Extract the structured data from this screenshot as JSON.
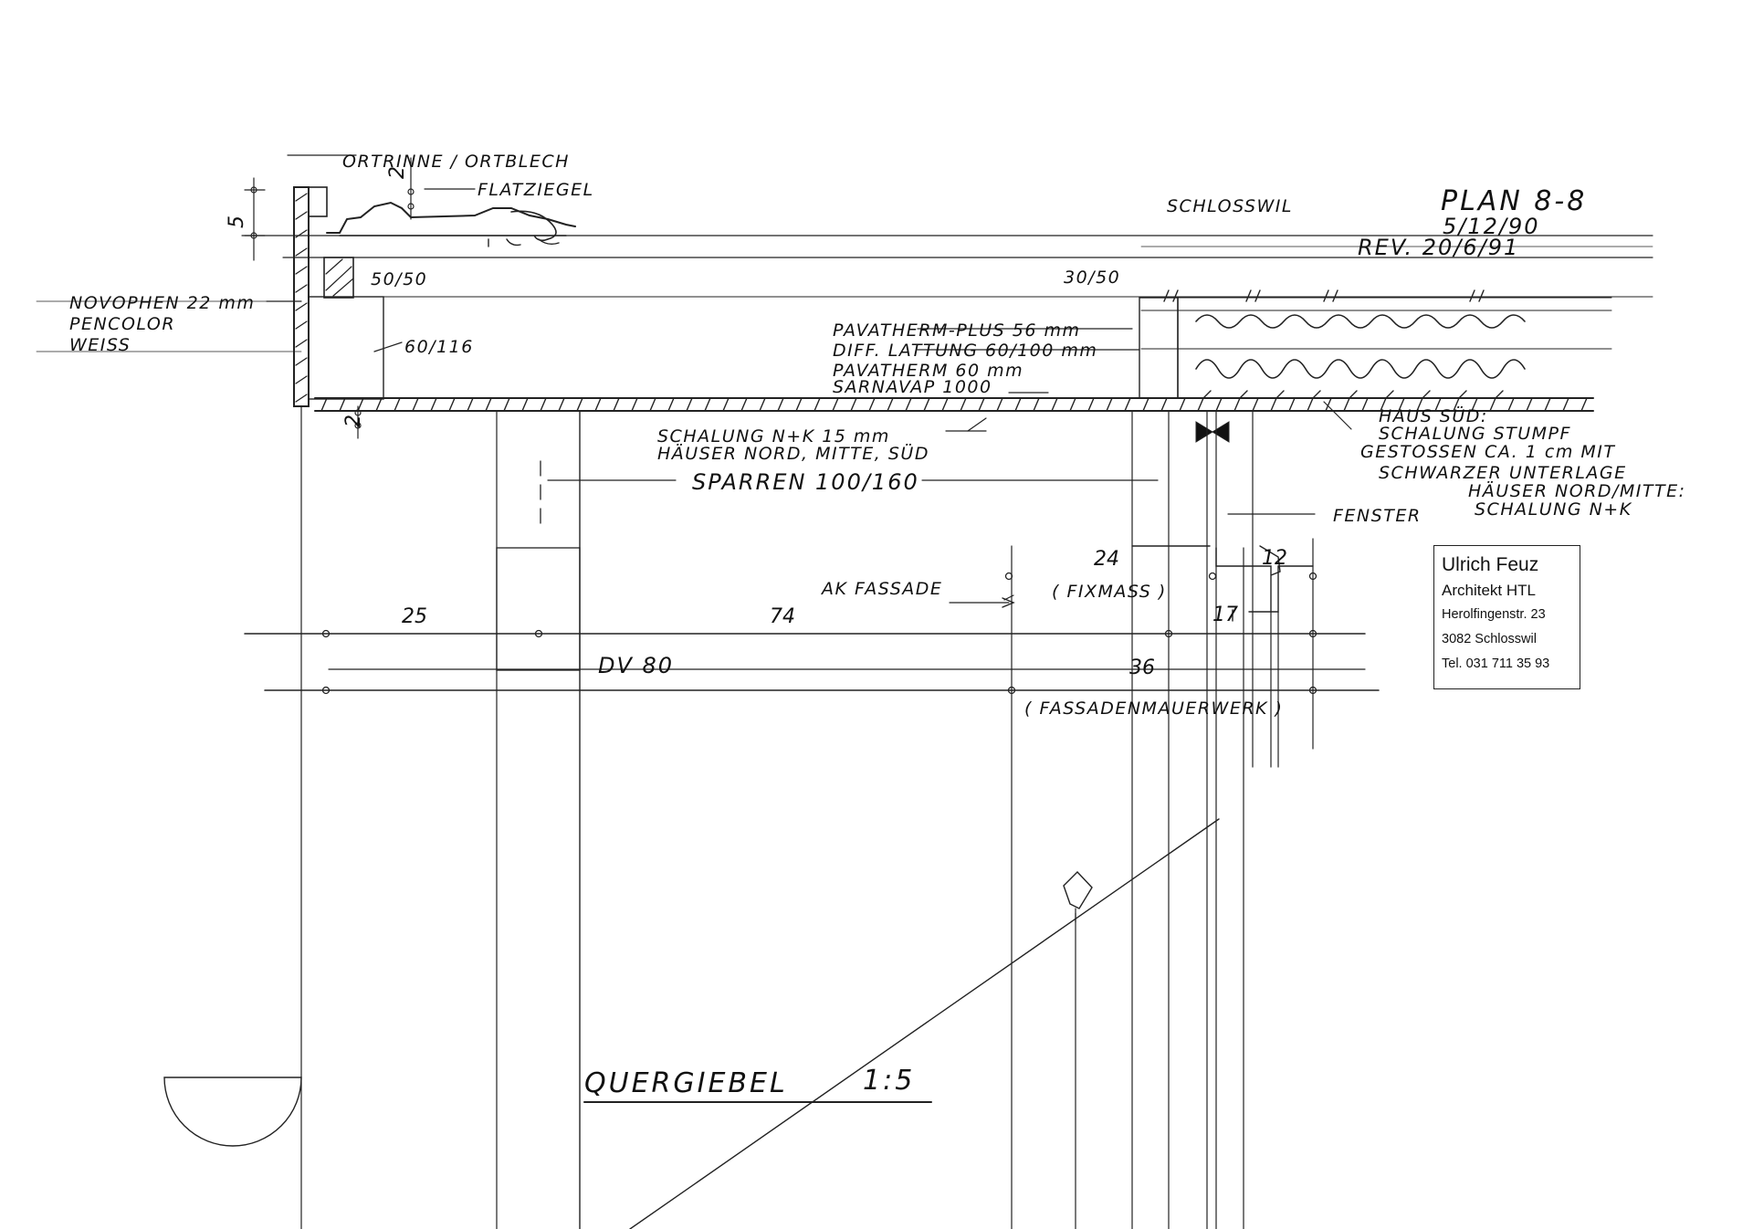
{
  "drawing": {
    "plan_label": "PLAN 8-8",
    "date": "5/12/90",
    "revision": "REV. 20/6/91",
    "place_header": "SCHLOSSWIL",
    "title": "QUERGIEBEL",
    "scale": "1:5"
  },
  "annotations": {
    "ortrinne": "ORTRINNE / ORTBLECH",
    "flatziegel": "FLATZIEGEL",
    "novophen_1": "NOVOPHEN 22 mm",
    "novophen_2": "PENCOLOR",
    "novophen_3": "WEISS",
    "lat_50_50": "50/50",
    "lat_60_116": "60/116",
    "lat_30_50": "30/50",
    "pavatherm_plus": "PAVATHERM-PLUS 56 mm",
    "diff_lattung": "DIFF. LATTUNG 60/100 mm",
    "pavatherm_60": "PAVATHERM 60 mm",
    "sarnavap": "SARNAVAP 1000",
    "schalung_1": "SCHALUNG N+K 15 mm",
    "schalung_2": "HÄUSER NORD, MITTE, SÜD",
    "sparren": "SPARREN 100/160",
    "haus_sud_1": "HAUS SÜD:",
    "haus_sud_2": "SCHALUNG STUMPF",
    "haus_sud_3": "GESTOSSEN CA. 1 cm MIT",
    "haus_sud_4": "SCHWARZER UNTERLAGE",
    "haus_sud_5": "HÄUSER NORD/MITTE:",
    "haus_sud_6": "SCHALUNG N+K",
    "fenster": "FENSTER",
    "ak_fassade": "AK FASSADE",
    "fixmass": "( FIXMASS )",
    "fassadenmauerwerk": "( FASSADENMAUERWERK )",
    "dv80": "DV 80"
  },
  "dimensions": {
    "d5": "5",
    "d2a": "2",
    "d2b": "2",
    "d25": "25",
    "d74": "74",
    "d24": "24",
    "d12": "12",
    "d17": "17",
    "d36": "36"
  },
  "stamp": {
    "name": "Ulrich Feuz",
    "title": "Architekt HTL",
    "street": "Herolfingenstr. 23",
    "city": "3082 Schlosswil",
    "phone": "Tel. 031 711 35 93"
  }
}
